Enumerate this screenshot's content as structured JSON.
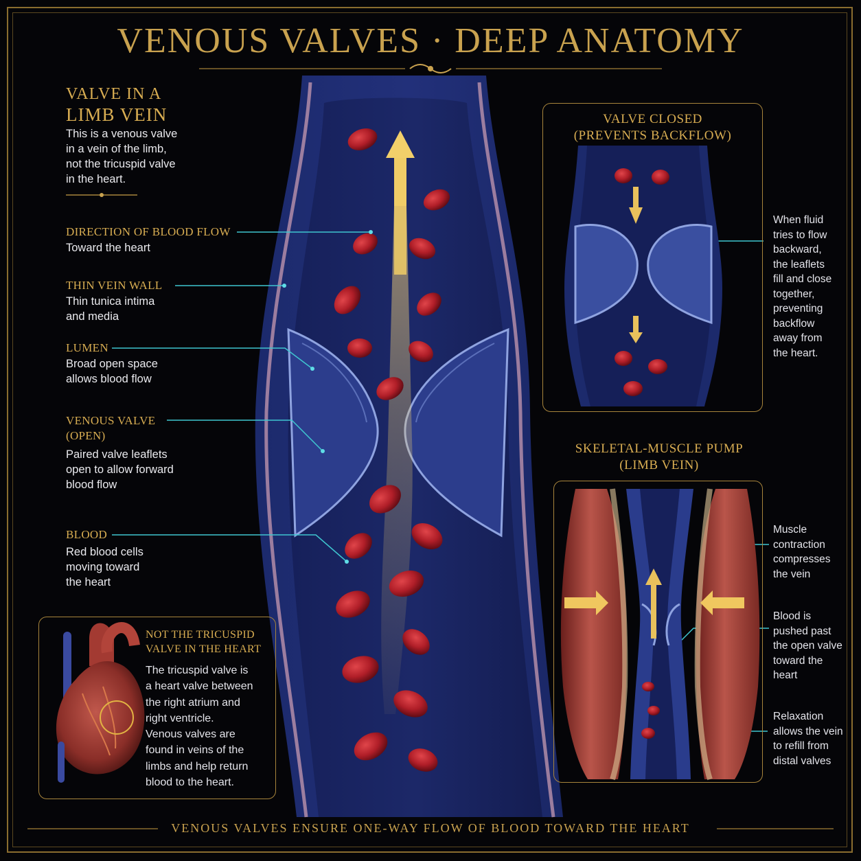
{
  "title": "VENOUS VALVES · DEEP ANATOMY",
  "intro": {
    "heading_line1": "VALVE IN A",
    "heading_line2": "LIMB VEIN",
    "lines": [
      "This is a venous valve",
      "in a vein of the limb,",
      "not the tricuspid valve",
      "in the heart."
    ]
  },
  "labels": {
    "flow": {
      "title": "DIRECTION OF BLOOD FLOW",
      "lines": [
        "Toward the heart"
      ]
    },
    "wall": {
      "title": "THIN VEIN WALL",
      "lines": [
        "Thin tunica intima",
        "and media"
      ]
    },
    "lumen": {
      "title": "LUMEN",
      "lines": [
        "Broad open space",
        "allows blood flow"
      ]
    },
    "valve": {
      "title_line1": "VENOUS VALVE",
      "title_line2": "(OPEN)",
      "lines": [
        "Paired valve leaflets",
        "open to allow forward",
        "blood flow"
      ]
    },
    "blood": {
      "title": "BLOOD",
      "lines": [
        "Red blood cells",
        "moving toward",
        "the heart"
      ]
    }
  },
  "heart_panel": {
    "title_line1": "NOT THE TRICUSPID",
    "title_line2": "VALVE IN THE HEART",
    "lines": [
      "The tricuspid valve is",
      "a heart valve between",
      "the right atrium and",
      "right ventricle.",
      "Venous valves are",
      "found in veins of the",
      "limbs and help return",
      "blood to the heart."
    ]
  },
  "closed_panel": {
    "title_line1": "VALVE CLOSED",
    "title_line2": "(PREVENTS BACKFLOW)",
    "note": [
      "When fluid",
      "tries to flow",
      "backward,",
      "the leaflets",
      "fill and close",
      "together,",
      "preventing",
      "backflow",
      "away from",
      "the heart."
    ]
  },
  "pump_panel": {
    "title_line1": "SKELETAL-MUSCLE PUMP",
    "title_line2": "(LIMB VEIN)",
    "note1": [
      "Muscle",
      "contraction",
      "compresses",
      "the vein"
    ],
    "note2": [
      "Blood is",
      "pushed past",
      "the open valve",
      "toward the",
      "heart"
    ],
    "note3": [
      "Relaxation",
      "allows the vein",
      "to refill from",
      "distal valves"
    ]
  },
  "footer": "VENOUS VALVES ENSURE ONE-WAY FLOW OF BLOOD TOWARD THE HEART",
  "colors": {
    "gold": "#d8ad52",
    "vein_blue": "#2e3f8f",
    "blood_red": "#b3202a",
    "muscle_red": "#a8423a",
    "leader_cyan": "#3fc6d0",
    "background": "#050508"
  }
}
